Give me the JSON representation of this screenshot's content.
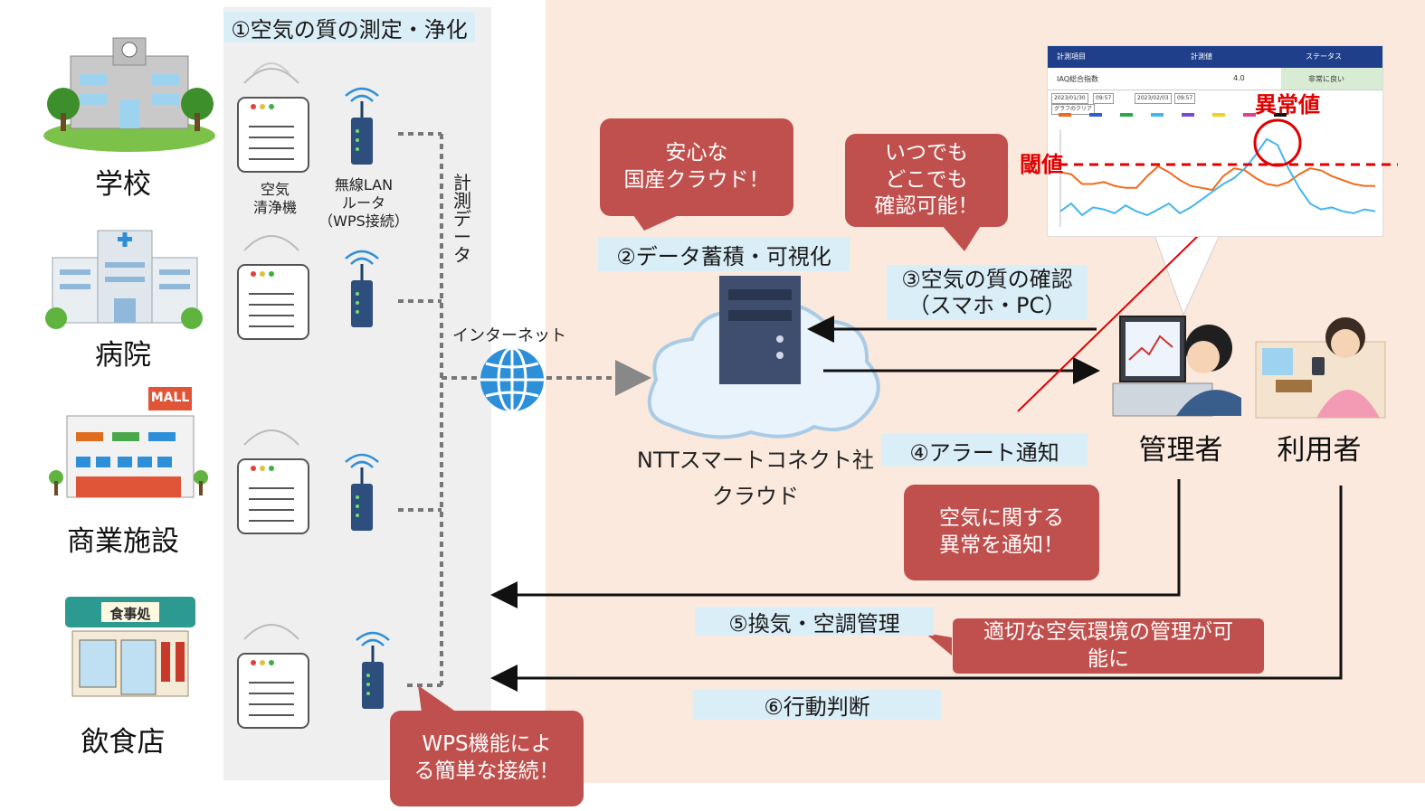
{
  "steps": {
    "step1": "①空気の質の測定・浄化",
    "step2": "②データ蓄積・可視化",
    "step3_line1": "③空気の質の確認",
    "step3_line2": "（スマホ・PC）",
    "step4": "④アラート通知",
    "step5": "⑤換気・空調管理",
    "step6": "⑥行動判断"
  },
  "facilities": [
    "学校",
    "病院",
    "商業施設",
    "飲食店"
  ],
  "mall_sign": "MALL",
  "restaurant_sign": "食事処",
  "device_labels": {
    "purifier_line1": "空気",
    "purifier_line2": "清浄機",
    "router_line1": "無線LAN",
    "router_line2": "ルータ",
    "router_line3": "（WPS接続）"
  },
  "measurement_data_label": [
    "計",
    "測",
    "デ",
    "ー",
    "タ"
  ],
  "internet_label": "インターネット",
  "cloud_label_line1": "NTTスマートコネクト社",
  "cloud_label_line2": "クラウド",
  "roles": {
    "admin": "管理者",
    "user": "利用者"
  },
  "bubbles": {
    "domestic_cloud": [
      "安心な",
      "国産クラウド！"
    ],
    "anytime": [
      "いつでも",
      "どこでも",
      "確認可能！"
    ],
    "alert": [
      "空気に関する",
      "異常を通知！"
    ],
    "management": [
      "適切な空気環境の管理が可",
      "能に"
    ],
    "wps": [
      "WPS機能によ",
      "る簡単な接続！"
    ]
  },
  "dashboard": {
    "headers": [
      "計測項目",
      "計測値",
      "ステータス"
    ],
    "row_item": "IAQ総合指数",
    "row_value": "4.0",
    "row_status": "非常に良い",
    "date_from": "2023/01/30",
    "time_from": "09:57",
    "date_to": "2023/02/03",
    "time_to": "09:57",
    "clear_button": "グラフのクリア"
  },
  "annotations": {
    "anomaly": "異常値",
    "threshold": "閾値"
  },
  "colors": {
    "peach_bg": "#fbe9dd",
    "gray_panel": "#efefef",
    "label_box": "#daeef7",
    "bubble": "#c0504d",
    "alert_red": "#e00000",
    "internet_blue": "#2e8fd9"
  },
  "chart_data": {
    "type": "line",
    "title": "",
    "xlabel": "",
    "ylabel": "",
    "series": [
      {
        "color": "#f06a1e",
        "values": [
          28,
          27,
          22,
          22,
          23,
          21,
          20,
          20,
          26,
          31,
          28,
          24,
          21,
          20,
          19,
          26,
          30,
          29,
          25,
          22,
          21,
          23,
          27,
          30,
          29,
          26,
          24,
          22,
          21,
          21
        ]
      },
      {
        "color": "#43b6f0",
        "values": [
          8,
          12,
          6,
          10,
          9,
          7,
          11,
          8,
          6,
          9,
          12,
          7,
          10,
          14,
          18,
          22,
          25,
          30,
          37,
          45,
          42,
          30,
          20,
          12,
          9,
          10,
          8,
          7,
          9,
          8
        ]
      }
    ],
    "threshold": 33,
    "ylim": [
      0,
      50
    ]
  }
}
